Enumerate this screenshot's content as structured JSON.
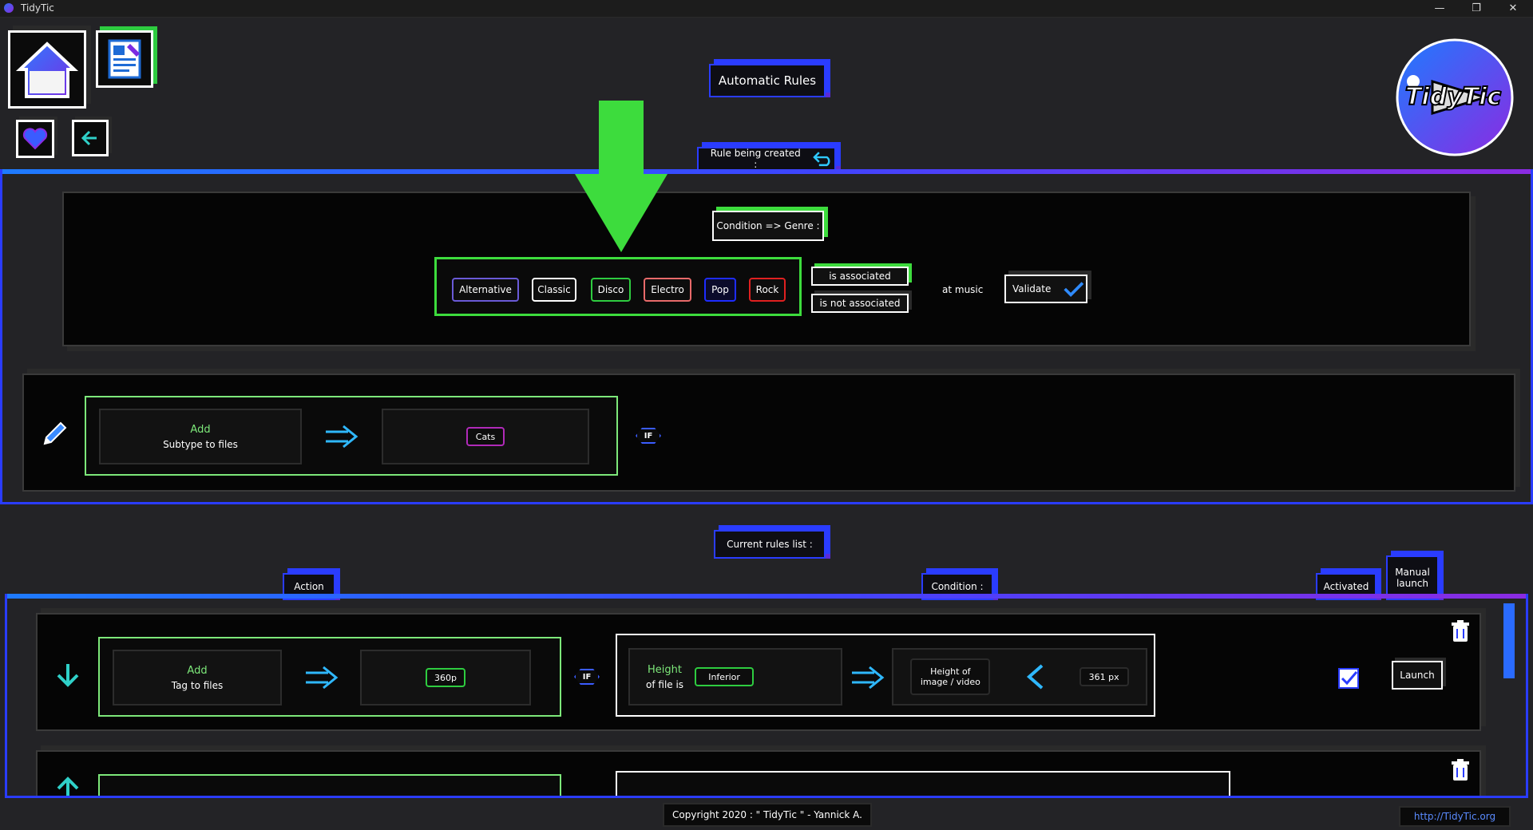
{
  "window": {
    "title": "TidyTic",
    "minimize": "—",
    "restore": "❐",
    "close": "✕"
  },
  "header": {
    "title": "Automatic Rules",
    "logo_text": "TidyTic"
  },
  "creation": {
    "label": "Rule being created :",
    "condition_label": "Condition => Genre :",
    "genres": [
      "Alternative",
      "Classic",
      "Disco",
      "Electro",
      "Pop",
      "Rock"
    ],
    "is_associated": "is associated",
    "is_not_associated": "is not associated",
    "at_music": "at music",
    "validate": "Validate",
    "action_verb": "Add",
    "action_target": "Subtype to files",
    "value": "Cats",
    "if_label": "IF"
  },
  "rules": {
    "label": "Current rules list :",
    "col_action": "Action",
    "col_condition": "Condition :",
    "col_activated": "Activated",
    "col_manual_1": "Manual",
    "col_manual_2": "launch",
    "rows": [
      {
        "action_verb": "Add",
        "action_target": "Tag to files",
        "value": "360p",
        "if_label": "IF",
        "cond_subject_1": "Height",
        "cond_subject_2": "of file is",
        "cond_op": "Inferior",
        "cond_field_1": "Height of",
        "cond_field_2": "image / video",
        "cond_value": "361 px",
        "launch": "Launch"
      }
    ]
  },
  "footer": {
    "copyright": "Copyright 2020 : \" TidyTic \" - Yannick A.",
    "url": "http://TidyTic.org"
  },
  "colors": {
    "accent_blue": "#1e7bff",
    "accent_purple": "#8b2be2",
    "green": "#7de87a",
    "arrow_green": "#3ddc3d"
  }
}
